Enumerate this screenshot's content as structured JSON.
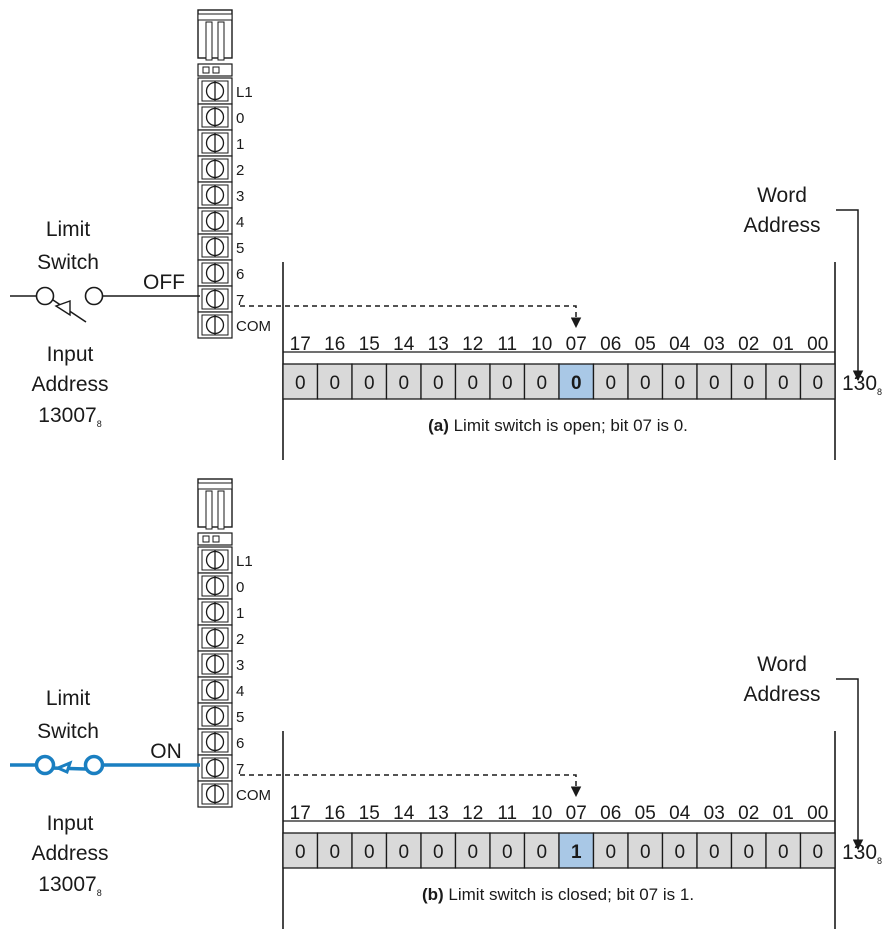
{
  "accent_color": "#1a7fc1",
  "highlight_color": "#a9c8e6",
  "cell_color": "#d9d9d9",
  "terminal_labels": [
    "L1",
    "0",
    "1",
    "2",
    "3",
    "4",
    "5",
    "6",
    "7",
    "COM"
  ],
  "bit_labels": [
    "17",
    "16",
    "15",
    "14",
    "13",
    "12",
    "11",
    "10",
    "07",
    "06",
    "05",
    "04",
    "03",
    "02",
    "01",
    "00"
  ],
  "panels": [
    {
      "switch_state": "OFF",
      "switch_label_line1": "Limit",
      "switch_label_line2": "Switch",
      "input_address_line1": "Input",
      "input_address_line2": "Address",
      "input_address_value": "13007",
      "input_address_sub": "8",
      "word_address_line1": "Word",
      "word_address_line2": "Address",
      "word_value": "130",
      "word_sub": "8",
      "bits": [
        "0",
        "0",
        "0",
        "0",
        "0",
        "0",
        "0",
        "0",
        "0",
        "0",
        "0",
        "0",
        "0",
        "0",
        "0",
        "0"
      ],
      "caption_bold": "(a)",
      "caption_text": " Limit switch is open; bit 07 is 0."
    },
    {
      "switch_state": "ON",
      "switch_label_line1": "Limit",
      "switch_label_line2": "Switch",
      "input_address_line1": "Input",
      "input_address_line2": "Address",
      "input_address_value": "13007",
      "input_address_sub": "8",
      "word_address_line1": "Word",
      "word_address_line2": "Address",
      "word_value": "130",
      "word_sub": "8",
      "bits": [
        "0",
        "0",
        "0",
        "0",
        "0",
        "0",
        "0",
        "0",
        "1",
        "0",
        "0",
        "0",
        "0",
        "0",
        "0",
        "0"
      ],
      "caption_bold": "(b)",
      "caption_text": " Limit switch is closed; bit 07 is 1."
    }
  ]
}
